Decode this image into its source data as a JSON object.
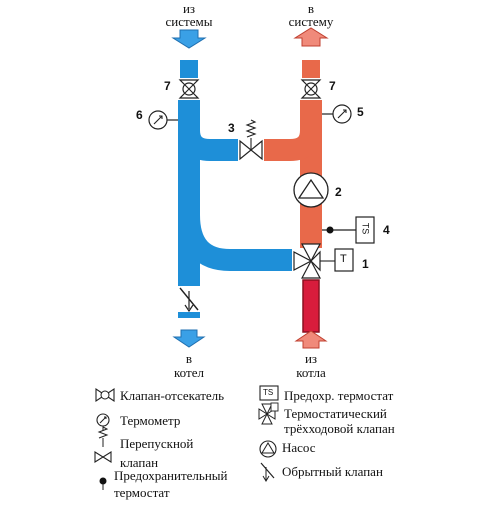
{
  "flow_labels": {
    "from_system_top": "из",
    "from_system_bottom": "системы",
    "to_system_top": "в",
    "to_system_bottom": "систему",
    "to_boiler_top": "в",
    "to_boiler_bottom": "котел",
    "from_boiler_top": "из",
    "from_boiler_bottom": "котла"
  },
  "markers": {
    "m7_left": "7",
    "m7_right": "7",
    "m6": "6",
    "m5": "5",
    "m3": "3",
    "m2": "2",
    "m4": "4",
    "m1": "1"
  },
  "device_text": {
    "ts_box": "TS",
    "t_box": "T"
  },
  "legend": {
    "shutoff": "Клапан-отсекатель",
    "thermometer": "Термометр",
    "bypass_line1": "Перепускной",
    "bypass_line2": "клапан",
    "safety_line1": "Предохранительный",
    "safety_line2": "термостат",
    "ts_label": "Предохр. термостат",
    "three_way_line1": "Термостатический",
    "three_way_line2": "трёхходовой клапан",
    "pump": "Насос",
    "check_valve": "Обрытный клапан",
    "ts_icon_text": "TS"
  },
  "colors": {
    "cold_pipe": "#1e8fd8",
    "hot_pipe": "#e8694a",
    "boiler_supply": "#d81c3c",
    "arrow_blue": "#3aa0e6",
    "arrow_red": "#f08a7a"
  }
}
